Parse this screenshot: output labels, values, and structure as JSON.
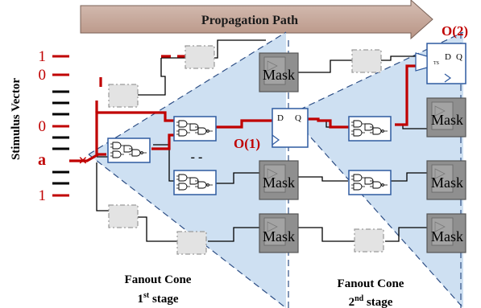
{
  "banner": {
    "label": "Propagation Path"
  },
  "stimulus": {
    "label": "Stimulus Vector",
    "values": [
      "1",
      "0",
      "0",
      "a",
      "1"
    ]
  },
  "outputs": {
    "o1": "O(1)",
    "o2": "O(2)"
  },
  "flipflop": {
    "d": "D",
    "q": "Q",
    "ts": "TS"
  },
  "mask_label": "Mask",
  "cones": {
    "first": {
      "line": "Fanout Cone",
      "ordinal": "1",
      "sup": "st",
      "word": "stage"
    },
    "second": {
      "line": "Fanout Cone",
      "ordinal": "2",
      "sup": "nd",
      "word": "stage"
    }
  },
  "colors": {
    "propagation": "#c00000",
    "normal_wire": "#000000",
    "cone_fill": "#c6daf0",
    "cone_edge": "#2e4f86",
    "banner": "#c4a496",
    "mask": "#909090",
    "error_mark": "#c00000"
  },
  "icons": [
    "arrow-banner",
    "logic-gate-cluster",
    "flip-flop",
    "mask-register",
    "error-x-icon"
  ]
}
